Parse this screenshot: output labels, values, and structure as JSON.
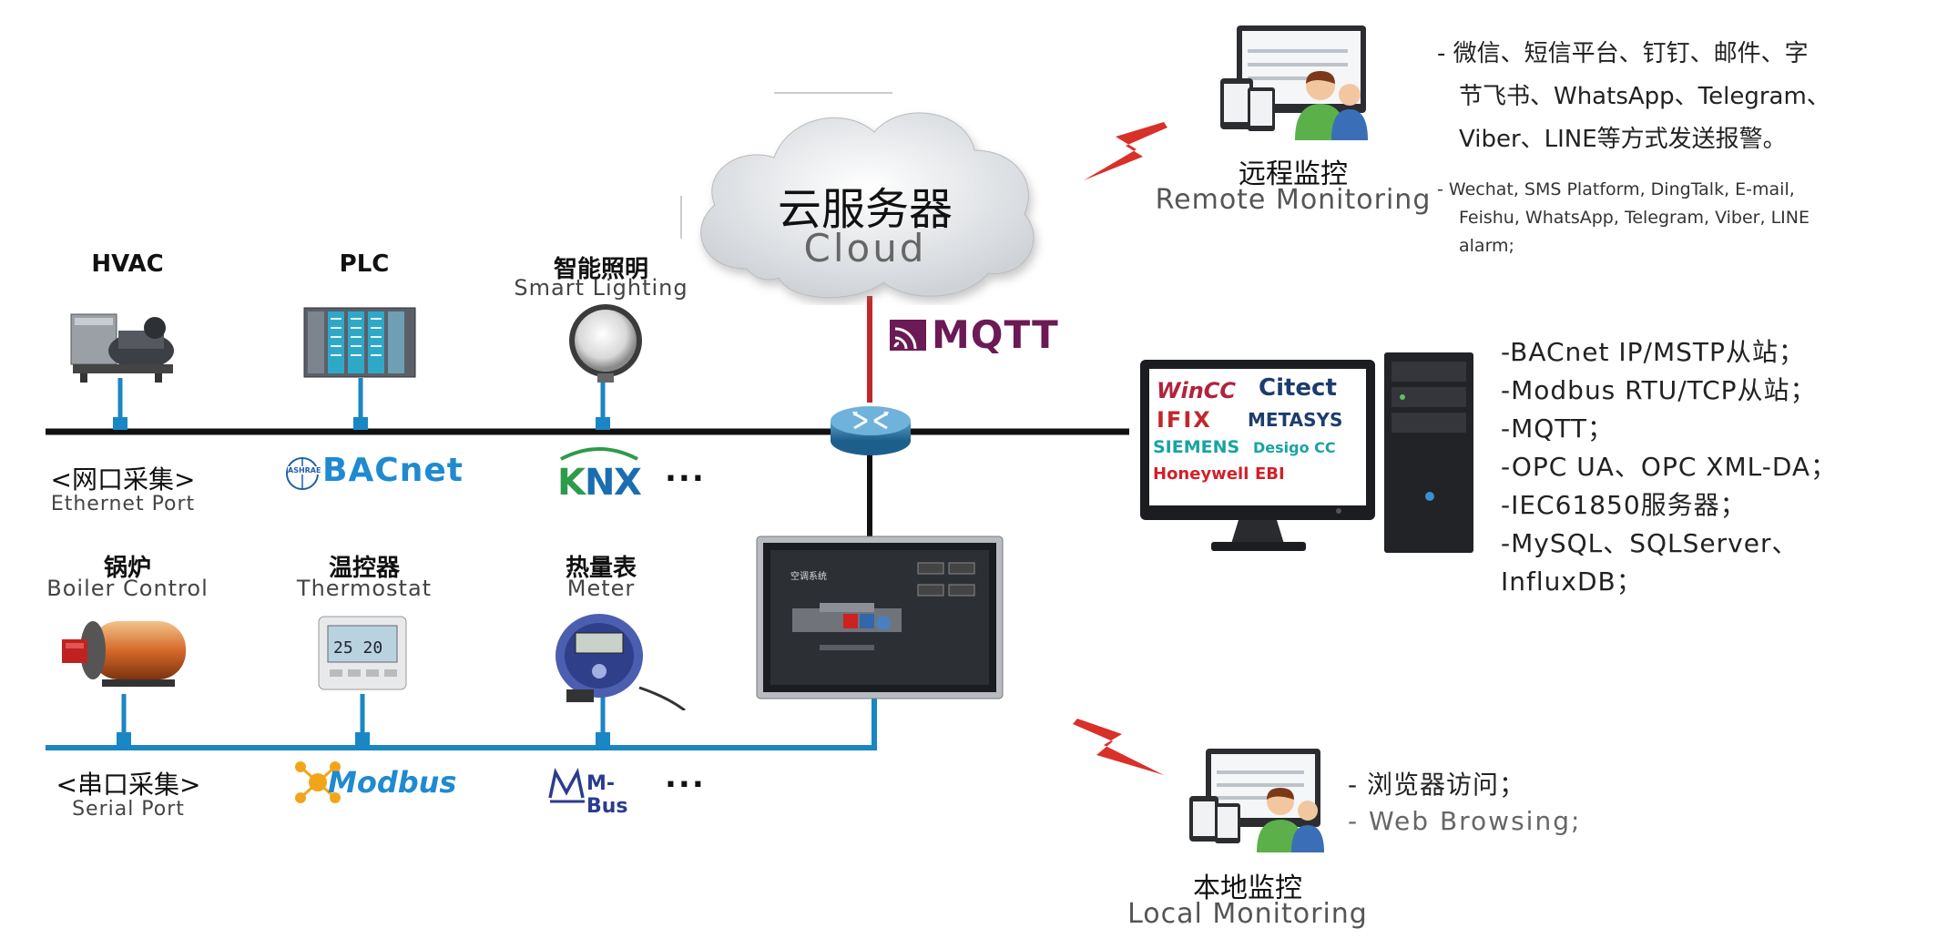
{
  "cloud": {
    "title_cn": "云服务器",
    "title_en": "Cloud"
  },
  "mqtt": {
    "label": "MQTT"
  },
  "devices_top": [
    {
      "title": "HVAC",
      "subtitle": ""
    },
    {
      "title": "PLC",
      "subtitle": ""
    },
    {
      "title": "智能照明",
      "subtitle": "Smart Lighting"
    }
  ],
  "ethernet": {
    "title_cn": "<网口采集>",
    "title_en": "Ethernet Port"
  },
  "protocols_top": {
    "bacnet": "BACnet",
    "bacnet_small": "ASHRAE",
    "knx": "KNX",
    "more": "..."
  },
  "devices_bottom": [
    {
      "title": "锅炉",
      "subtitle": "Boiler Control"
    },
    {
      "title": "温控器",
      "subtitle": "Thermostat"
    },
    {
      "title": "热量表",
      "subtitle": "Meter"
    }
  ],
  "serial": {
    "title_cn": "<串口采集>",
    "title_en": "Serial Port"
  },
  "protocols_bottom": {
    "modbus": "Modbus",
    "mbus": "M-Bus",
    "more": "..."
  },
  "hmi": {
    "title": "空调系统"
  },
  "remote": {
    "title_cn": "远程监控",
    "title_en": "Remote Monitoring",
    "alarm_cn": [
      "- 微信、短信平台、钉钉、邮件、字",
      "节飞书、WhatsApp、Telegram、",
      "Viber、LINE等方式发送报警。"
    ],
    "alarm_en": [
      "- Wechat, SMS Platform, DingTalk, E-mail,",
      "Feishu, WhatsApp, Telegram, Viber,  LINE",
      "alarm;"
    ]
  },
  "scada_logos": [
    "WinCC",
    "Citect",
    "IFIX",
    "METASYS",
    "SIEMENS",
    "Desigo CC",
    "Honeywell",
    "EBI"
  ],
  "protocol_list": [
    "-BACnet IP/MSTP从站；",
    "-Modbus RTU/TCP从站；",
    "-MQTT；",
    "-OPC UA、OPC XML-DA；",
    "-IEC61850服务器；",
    "-MySQL、SQLServer、InfluxDB；"
  ],
  "local": {
    "title_cn": "本地监控",
    "title_en": "Local Monitoring",
    "line_cn": "- 浏览器访问；",
    "line_en": "- Web Browsing;"
  },
  "colors": {
    "ethernet_bus": "#111111",
    "serial_bus": "#1a86c4",
    "mqtt_link": "#c0282c",
    "mqtt_logo": "#6b1a55",
    "lightning": "#d9302a"
  }
}
